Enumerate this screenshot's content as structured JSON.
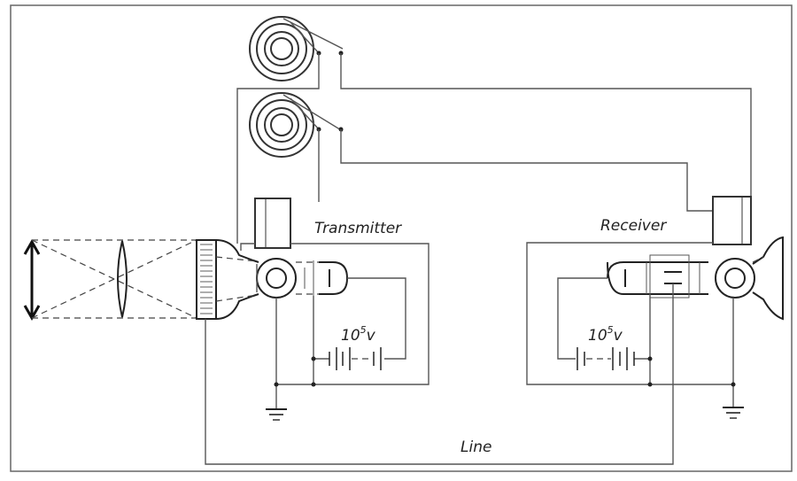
{
  "labels": {
    "transmitter": "Transmitter",
    "receiver": "Receiver",
    "line": "Line",
    "voltage_left_base": "10",
    "voltage_left_exp": "5",
    "voltage_left_unit": "v",
    "voltage_right_base": "10",
    "voltage_right_exp": "5",
    "voltage_right_unit": "v"
  },
  "colors": {
    "background": "#ffffff",
    "wire": "#555555",
    "ink": "#222222"
  }
}
